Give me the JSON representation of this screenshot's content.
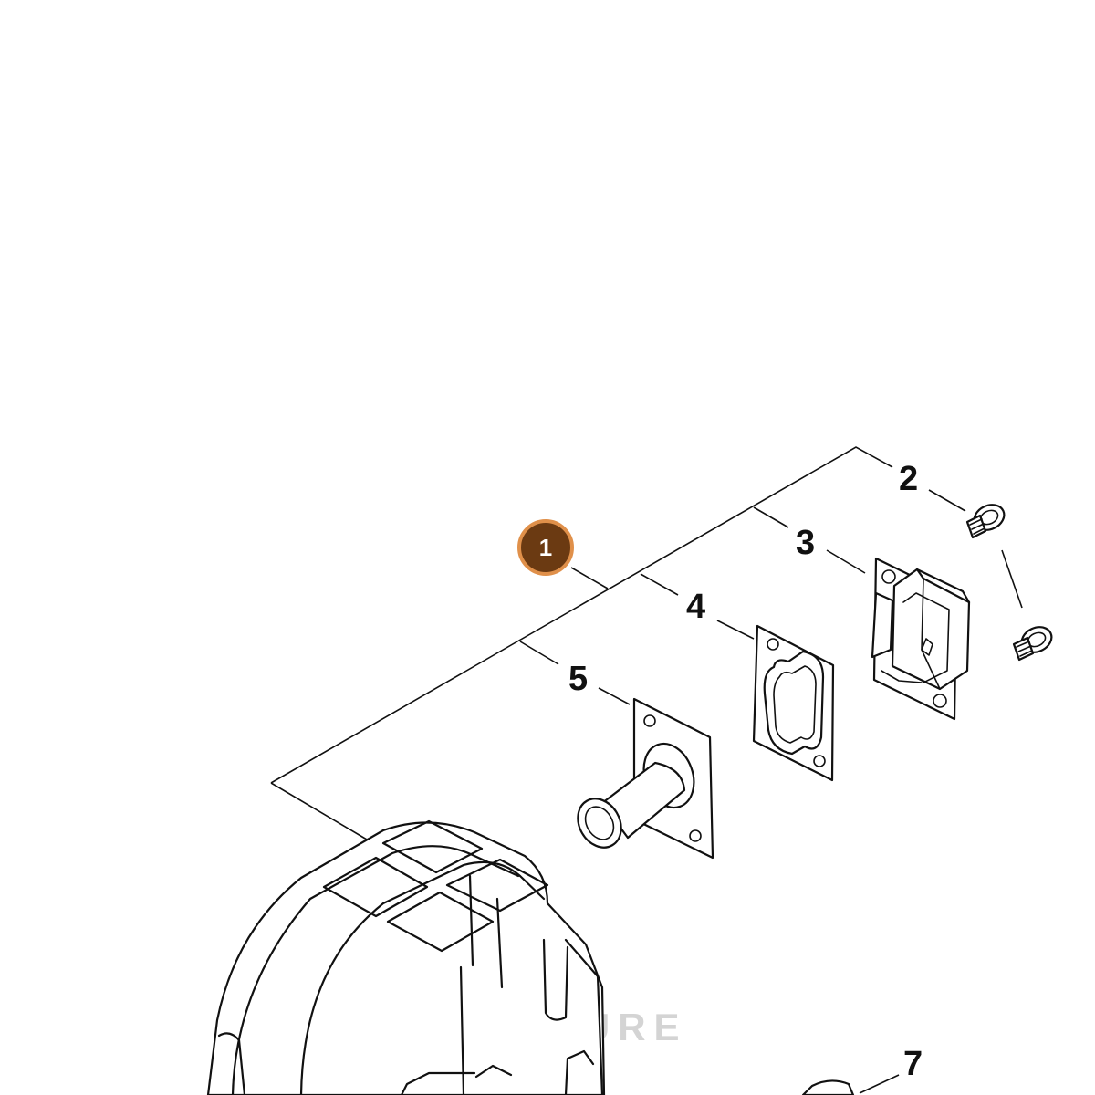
{
  "diagram": {
    "callouts": [
      {
        "id": "badge",
        "label": "1"
      },
      {
        "id": "c2",
        "label": "2"
      },
      {
        "id": "c3",
        "label": "3"
      },
      {
        "id": "c4",
        "label": "4"
      },
      {
        "id": "c5",
        "label": "5"
      },
      {
        "id": "c7",
        "label": "7"
      }
    ],
    "watermark": "LEADFEATURE",
    "colors": {
      "line": "#111111",
      "badge_fill": "#6b3a12",
      "badge_ring": "#e0904a",
      "watermark": "#d4d4d4"
    }
  }
}
